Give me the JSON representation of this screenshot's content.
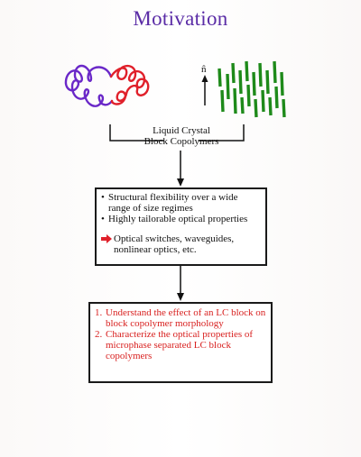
{
  "title": "Motivation",
  "director_label": "n̂",
  "lc_label": {
    "line1": "Liquid Crystal",
    "line2": "Block Copolymers"
  },
  "box1": {
    "bullets": [
      "Structural flexibility over a wide range of size regimes",
      "Highly tailorable optical properties"
    ],
    "highlight": "Optical switches, waveguides, nonlinear optics, etc."
  },
  "box2": {
    "items": [
      {
        "number": "1.",
        "text": "Understand the effect of an LC block on block copolymer morphology"
      },
      {
        "number": "2.",
        "text": "Characterize the optical properties of microphase separated LC block copolymers"
      }
    ]
  },
  "colors": {
    "title": "#5a2ca6",
    "purple_coil": "#6a28c8",
    "red_coil": "#e0202a",
    "rods": "#1e8a1a",
    "goal_text": "#d8201f"
  }
}
